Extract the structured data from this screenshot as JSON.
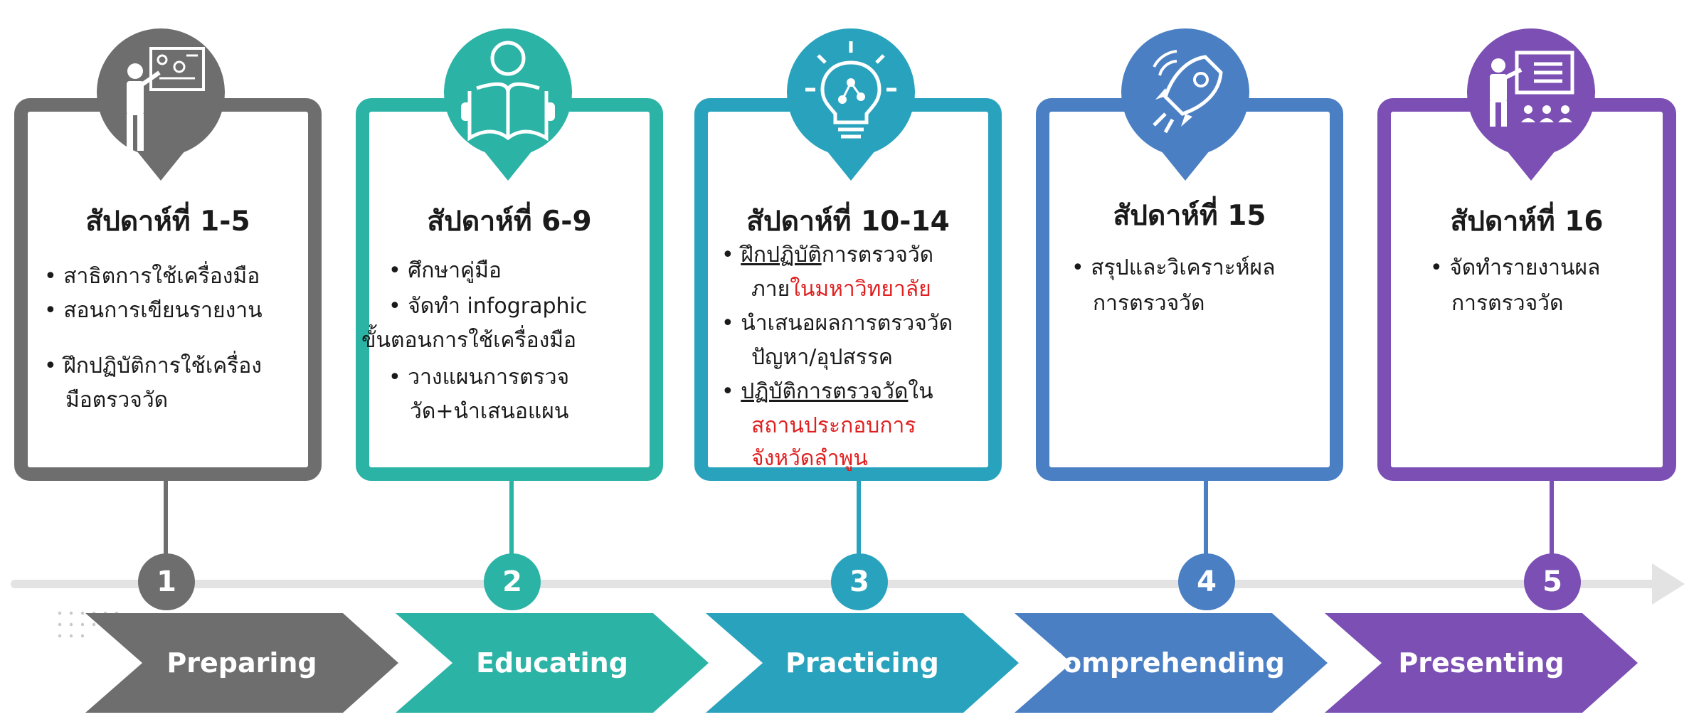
{
  "steps": [
    {
      "num": "1",
      "label": "Preparing",
      "title": "สัปดาห์ที่ 1-5",
      "color": "#6e6e6e",
      "bullets": [
        "• สาธิตการใช้เครื่องมือ",
        "• สอนการเขียนรายงาน",
        "• ฝึกปฏิบัติการใช้เครื่อง",
        "มือตรวจวัด"
      ]
    },
    {
      "num": "2",
      "label": "Educating",
      "title": "สัปดาห์ที่ 6-9",
      "color": "#2bb3a6",
      "bullets": [
        "• ศึกษาคู่มือ",
        "• จัดทำ infographic",
        "ขั้นตอนการใช้เครื่องมือ",
        "• วางแผนการตรวจ",
        "วัด+นำเสนอแผน"
      ]
    },
    {
      "num": "3",
      "label": "Practicing",
      "title": "สัปดาห์ที่ 10-14",
      "color": "#29a3bd",
      "line1_a": "ฝึกปฏิบัติ",
      "line1_b": "การตรวจวัด",
      "line2_a": "ภาย",
      "line2_b": "ในมหาวิทยาลัย",
      "line3": "นำเสนอผลการตรวจวัด",
      "line4": "ปัญหา/อุปสรรค",
      "line5_a": "ปฏิบัติการตรวจวัด",
      "line5_b": "ใน",
      "line6": "สถานประกอบการ",
      "line7": "จังหวัดลำพูน"
    },
    {
      "num": "4",
      "label": "Comprehending",
      "title": "สัปดาห์ที่ 15",
      "color": "#4a7fc4",
      "bullets": [
        "• สรุปและวิเคราะห์ผล",
        "การตรวจวัด"
      ]
    },
    {
      "num": "5",
      "label": "Presenting",
      "title": "สัปดาห์ที่ 16",
      "color": "#7b4fb3",
      "bullets": [
        "• จัดทำรายงานผล",
        "การตรวจวัด"
      ]
    }
  ],
  "icons": [
    "teacher-board-icon",
    "reading-person-icon",
    "lightbulb-icon",
    "rocket-icon",
    "presenter-audience-icon"
  ]
}
